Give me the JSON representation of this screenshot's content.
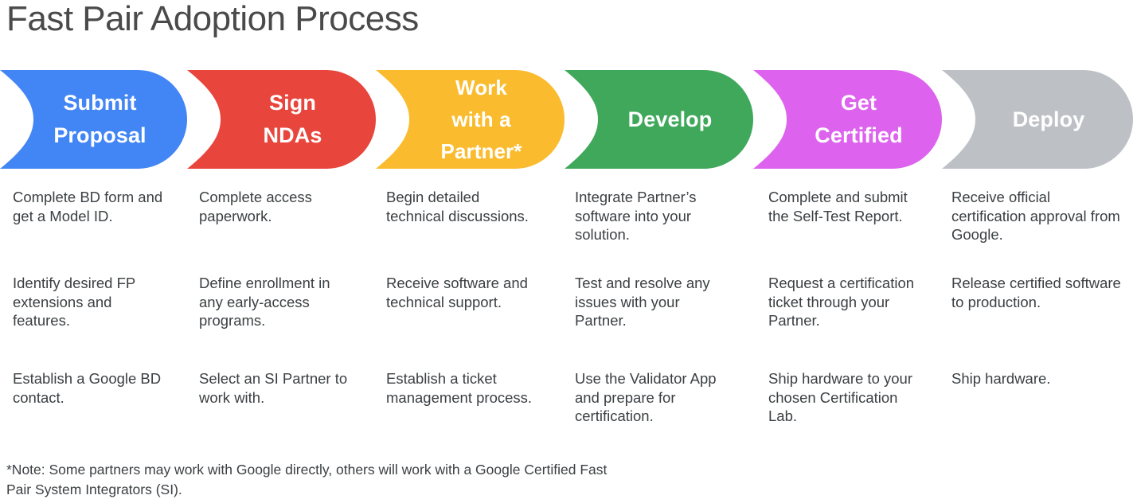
{
  "title": "Fast Pair Adoption Process",
  "colors": {
    "title_text": "#4a4a4a",
    "body_text": "#3c4043",
    "background": "#ffffff",
    "stage_blue": "#4285f4",
    "stage_red": "#e8453c",
    "stage_yellow": "#fabc2e",
    "stage_green": "#3fa85b",
    "stage_magenta": "#dd62ee",
    "stage_gray": "#bdc1c6"
  },
  "stages": [
    {
      "label": "Submit\nProposal",
      "color": "#4285f4",
      "items": [
        "Complete BD form and get a Model ID.",
        "Identify desired FP extensions and features.",
        "Establish a Google BD contact."
      ]
    },
    {
      "label": "Sign\nNDAs",
      "color": "#e8453c",
      "items": [
        "Complete access paperwork.",
        "Define enrollment in any early-access programs.",
        "Select an SI Partner to work with."
      ]
    },
    {
      "label": "Work\nwith a\nPartner*",
      "color": "#fabc2e",
      "items": [
        "Begin detailed technical discussions.",
        "Receive software and technical support.",
        "Establish a ticket management process."
      ]
    },
    {
      "label": "Develop",
      "color": "#3fa85b",
      "items": [
        "Integrate Partner’s software into your solution.",
        "Test and resolve any issues with your Partner.",
        "Use the Validator App and prepare for certification."
      ]
    },
    {
      "label": "Get\nCertified",
      "color": "#dd62ee",
      "items": [
        "Complete and submit the Self-Test Report.",
        "Request a certification ticket through your Partner.",
        "Ship hardware to your chosen Certification Lab."
      ]
    },
    {
      "label": "Deploy",
      "color": "#bdc1c6",
      "items": [
        "Receive official certification approval from Google.",
        "Release certified software to production.",
        "Ship hardware."
      ]
    }
  ],
  "footnote": "*Note: Some partners may work with Google directly, others will work with a Google Certified Fast Pair System Integrators (SI)."
}
